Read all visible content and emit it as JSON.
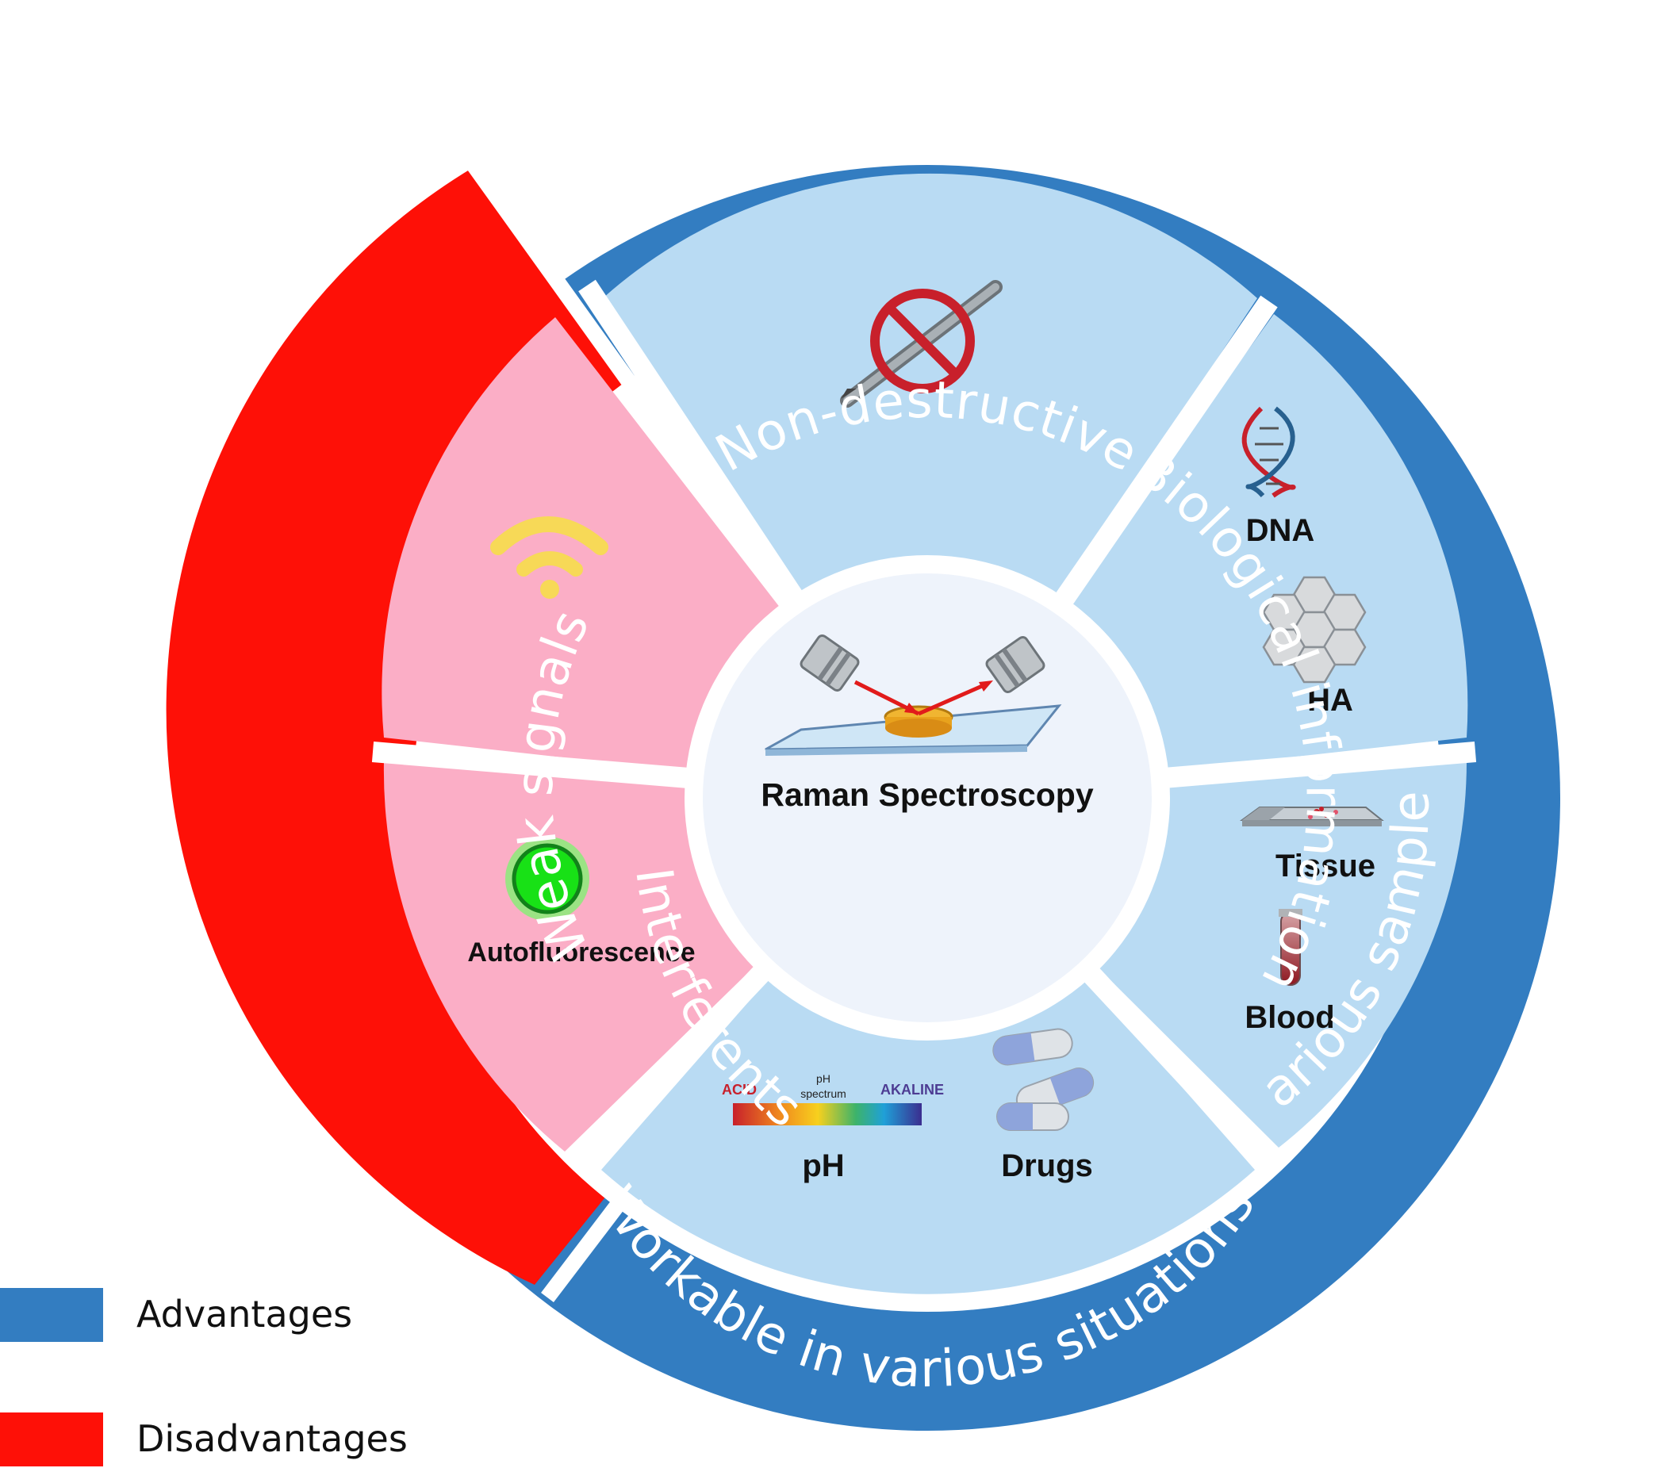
{
  "center": {
    "label": "Raman Spectroscopy"
  },
  "outer_ring": {
    "non_destructive": "Non-destructive",
    "biological_information": "Biological information",
    "various_samples": "Various samples",
    "workable": "Workable in various situations",
    "weak_signals": "Weak signals",
    "interferents": "Interferents"
  },
  "sectors": {
    "biological": {
      "dna": "DNA",
      "ha": "HA"
    },
    "samples": {
      "tissue": "Tissue",
      "blood": "Blood"
    },
    "situations": {
      "ph": "pH",
      "drugs": "Drugs",
      "acid": "ACID",
      "alkaline": "AKALINE",
      "ph_spectrum_1": "pH",
      "ph_spectrum_2": "spectrum"
    },
    "interferents": {
      "autofluorescence": "Autofluorescence"
    }
  },
  "legend": {
    "advantages": "Advantages",
    "disadvantages": "Disadvantages"
  },
  "colors": {
    "advantage": "#337dc1",
    "disadvantage": "#fe1007",
    "advantage_light": "#b9dbf3",
    "disadvantage_light": "#fbaec6",
    "center": "#eef3fb"
  }
}
